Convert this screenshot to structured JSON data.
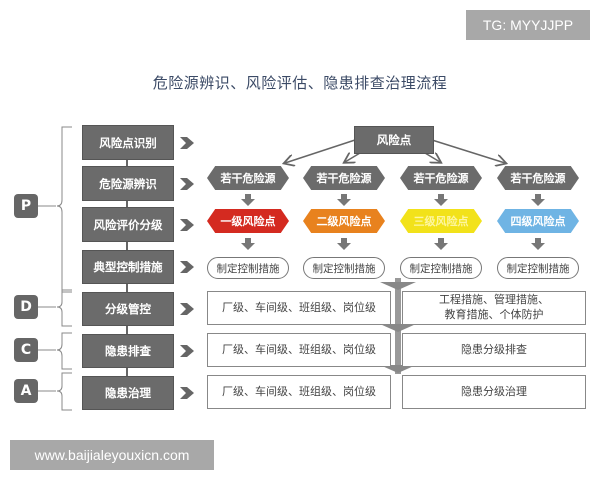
{
  "watermark_top": "TG: MYYJJPP",
  "watermark_bottom": "www.baijialeyouxicn.com",
  "title": "危险源辨识、风险评估、隐患排查治理流程",
  "phases": [
    {
      "letter": "P"
    },
    {
      "letter": "D"
    },
    {
      "letter": "C"
    },
    {
      "letter": "A"
    }
  ],
  "steps": [
    {
      "label": "风险点识别"
    },
    {
      "label": "危险源辨识"
    },
    {
      "label": "风险评价分级"
    },
    {
      "label": "典型控制措施"
    },
    {
      "label": "分级管控"
    },
    {
      "label": "隐患排查"
    },
    {
      "label": "隐患治理"
    }
  ],
  "root_node": {
    "label": "风险点"
  },
  "hazard_sources": [
    {
      "label": "若干危险源"
    },
    {
      "label": "若干危险源"
    },
    {
      "label": "若干危险源"
    },
    {
      "label": "若干危险源"
    }
  ],
  "risk_levels": [
    {
      "label": "一级风险点",
      "color": "#d42a20"
    },
    {
      "label": "二级风险点",
      "color": "#e8821e"
    },
    {
      "label": "三级风险点",
      "color": "#f2e21a"
    },
    {
      "label": "四级风险点",
      "color": "#6fb4e4"
    }
  ],
  "controls": [
    {
      "label": "制定控制措施"
    },
    {
      "label": "制定控制措施"
    },
    {
      "label": "制定控制措施"
    },
    {
      "label": "制定控制措施"
    }
  ],
  "rows": [
    {
      "left": "厂级、车间级、班组级、岗位级",
      "right_line1": "工程措施、管理措施、",
      "right_line2": "教育措施、个体防护"
    },
    {
      "left": "厂级、车间级、班组级、岗位级",
      "right": "隐患分级排查"
    },
    {
      "left": "厂级、车间级、班组级、岗位级",
      "right": "隐患分级治理"
    }
  ],
  "colors": {
    "step_bg": "#6b6b6b",
    "title": "#3b4a66",
    "watermark_bg": "#a8a8a8"
  }
}
